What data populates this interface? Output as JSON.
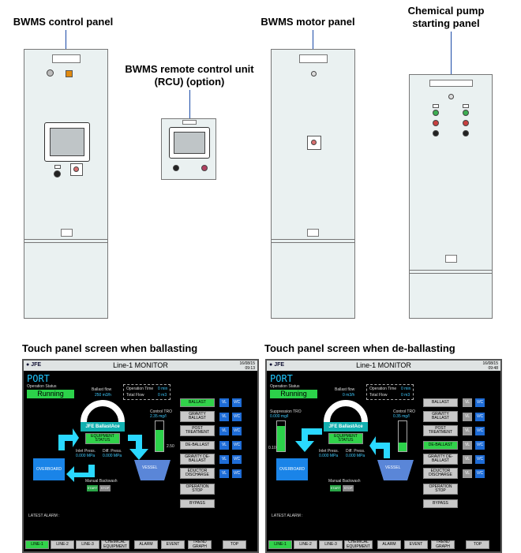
{
  "labels": {
    "control_panel": "BWMS control panel",
    "rcu_line1": "BWMS remote control unit",
    "rcu_line2": "(RCU) (option)",
    "motor_panel": "BWMS motor panel",
    "pump_line1": "Chemical pump",
    "pump_line2": "starting panel",
    "screen_ballast": "Touch panel screen when ballasting",
    "screen_deballast": "Touch panel screen when de-ballasting"
  },
  "screens": {
    "ballast": {
      "logo": "JFE",
      "title": "Line-1 MONITOR",
      "date": "16/08/15",
      "time": "09:13",
      "mode": "PORT",
      "op_status_label": "Operation Status",
      "status": "Running",
      "ballast_flow_label": "Ballast flow",
      "ballast_flow": "250 m3/h",
      "op_time_label": "Operation Time",
      "op_time": "0 min",
      "total_flow_label": "Total Flow",
      "total_flow": "0 m3",
      "control_tro_label": "Control TRO",
      "control_tro": "2.35 mg/l",
      "bar_value": "2.50",
      "ballastace": "JFE BallastAce",
      "equip_status": "EQUIPMENT STATUS",
      "inlet_press_label": "Inlet Press.",
      "inlet_press": "0.000 MPa",
      "diff_press_label": "Diff. Press.",
      "diff_press": "0.000 MPa",
      "overboard": "OVERBOARD",
      "vessel": "VESSEL",
      "manual_backwash": "Manual Backwash",
      "start": "START",
      "stop": "STOP",
      "latest_alarm": "LATEST ALARM :",
      "buttons": [
        "BALLAST",
        "GRAVITY BALLAST",
        "POST TREATMENT",
        "DE-BALLAST",
        "GRAVITY DE-BALLAST",
        "EDUCTOR DISCHARGE",
        "OPERATION STOP",
        "BYPASS"
      ],
      "sq1": "VL",
      "sq2": "V/C",
      "tabs": [
        "LINE-1",
        "LINE-2",
        "LINE-3",
        "CHEMICAL EQUIPMENT",
        "ALARM",
        "EVENT",
        "TREND GRAPH",
        "TOP"
      ]
    },
    "deballast": {
      "logo": "JFE",
      "title": "Line-1 MONITOR",
      "date": "16/08/15",
      "time": "09:48",
      "mode": "PORT",
      "op_status_label": "Operation Status",
      "status": "Running",
      "ballast_flow_label": "Ballast flow",
      "ballast_flow": "0 m3/h",
      "op_time_label": "Operation Time",
      "op_time": "0 min",
      "total_flow_label": "Total Flow",
      "total_flow": "0 m3",
      "suppression_tro_label": "Suppression TRO",
      "suppression_tro": "0.000 mg/l",
      "left_bar_value": "0.10",
      "control_tro_label": "Control TRO",
      "control_tro": "0.35 mg/l",
      "ballastace": "JFE BallastAce",
      "equip_status": "EQUIPMENT STATUS",
      "inlet_press_label": "Inlet Press.",
      "inlet_press": "0.000 MPa",
      "diff_press_label": "Diff. Press.",
      "diff_press": "0.000 MPa",
      "overboard": "OVERBOARD",
      "vessel": "VESSEL",
      "manual_backwash": "Manual Backwash",
      "start": "START",
      "stop": "STOP",
      "latest_alarm": "LATEST ALARM :",
      "buttons": [
        "BALLAST",
        "GRAVITY BALLAST",
        "POST TREATMENT",
        "DE-BALLAST",
        "GRAVITY DE-BALLAST",
        "EDUCTOR DISCHARGE",
        "OPERATION STOP",
        "BYPASS"
      ],
      "sq1": "VL",
      "sq2": "V/C",
      "tabs": [
        "LINE-1",
        "LINE-2",
        "LINE-3",
        "CHEMICAL EQUIPMENT",
        "ALARM",
        "EVENT",
        "TREND GRAPH",
        "TOP"
      ]
    }
  },
  "colors": {
    "cabinet": "#eaf1f1",
    "leader_line": "#1a4aa8",
    "running_green": "#2cd24a",
    "accent_cyan": "#20c8ff",
    "button_blue": "#1e6cd6"
  }
}
